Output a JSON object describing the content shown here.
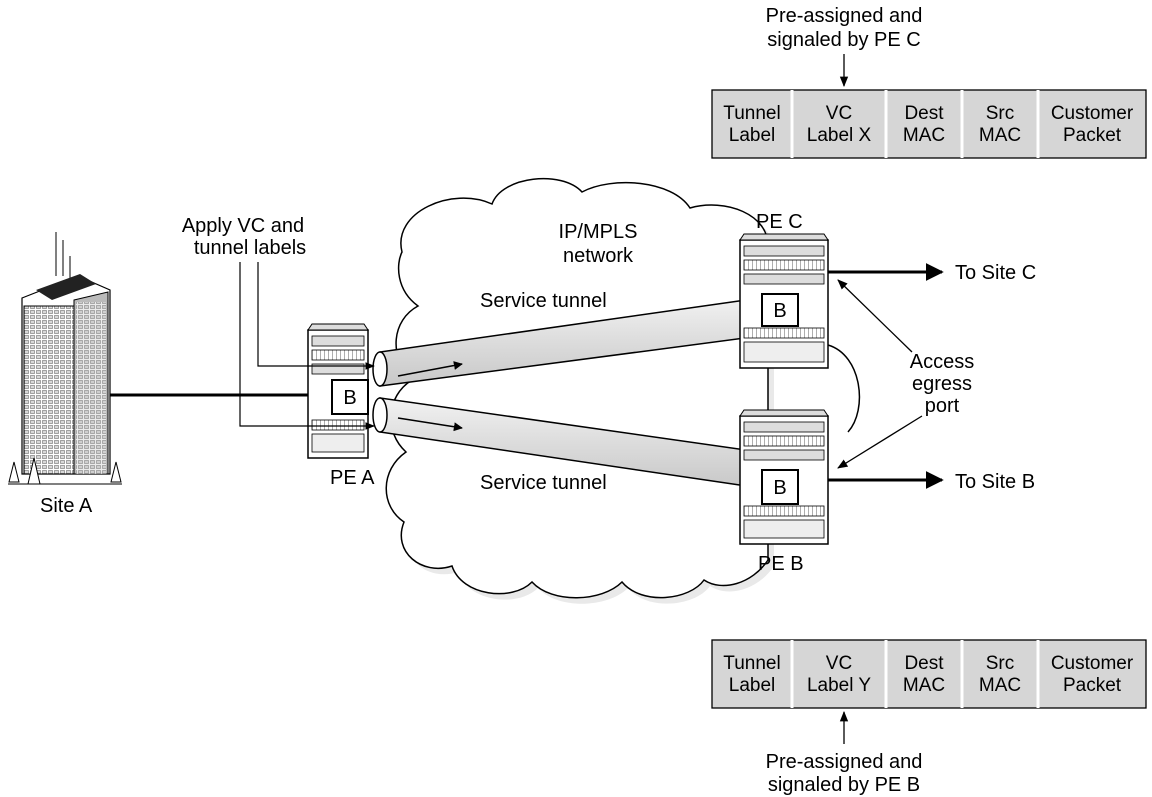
{
  "diagram": {
    "network_label": [
      "IP/MPLS",
      "network"
    ],
    "site_a_label": "Site A",
    "apply_labels_note": [
      "Apply VC and",
      "tunnel labels"
    ],
    "access_egress_note": [
      "Access",
      "egress",
      "port"
    ],
    "to_site_c": "To Site C",
    "to_site_b": "To Site B",
    "tunnels": [
      {
        "label": "Service tunnel"
      },
      {
        "label": "Service tunnel"
      }
    ],
    "routers": [
      {
        "name": "PE A",
        "bridge": "B"
      },
      {
        "name": "PE C",
        "bridge": "B"
      },
      {
        "name": "PE B",
        "bridge": "B"
      }
    ],
    "packets": [
      {
        "note": [
          "Pre-assigned and",
          "signaled by PE C"
        ],
        "fields": [
          [
            "Tunnel",
            "Label"
          ],
          [
            "VC",
            "Label X"
          ],
          [
            "Dest",
            "MAC"
          ],
          [
            "Src",
            "MAC"
          ],
          [
            "Customer",
            "Packet"
          ]
        ]
      },
      {
        "note": [
          "Pre-assigned and",
          "signaled by PE B"
        ],
        "fields": [
          [
            "Tunnel",
            "Label"
          ],
          [
            "VC",
            "Label Y"
          ],
          [
            "Dest",
            "MAC"
          ],
          [
            "Src",
            "MAC"
          ],
          [
            "Customer",
            "Packet"
          ]
        ]
      }
    ]
  }
}
